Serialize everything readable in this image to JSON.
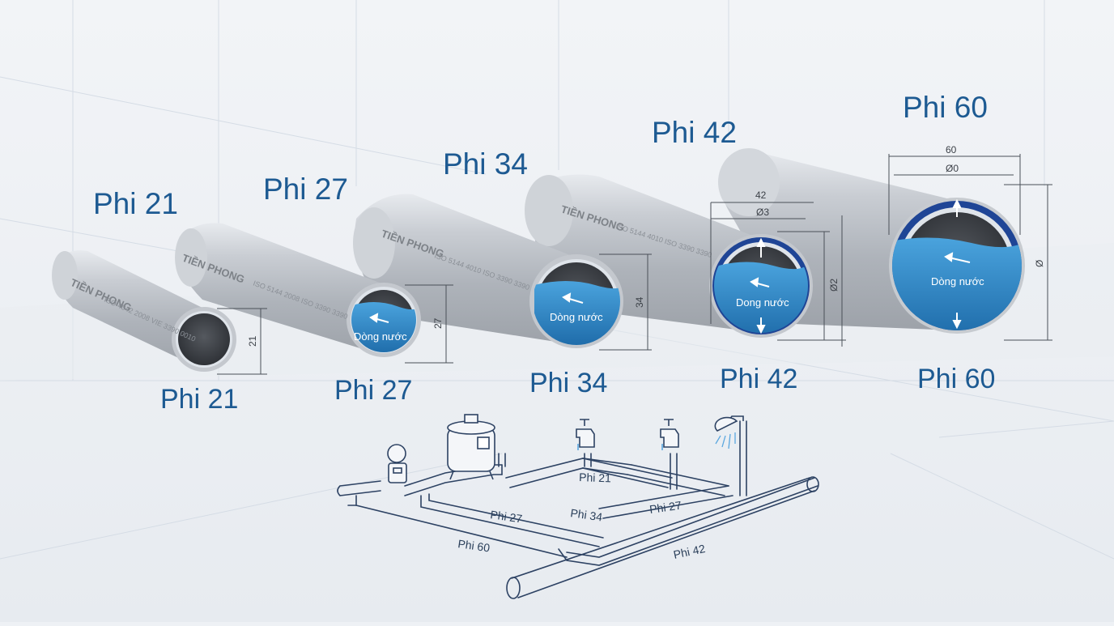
{
  "colors": {
    "label_blue": "#1d5a92",
    "pipe_grey": "#b9bec5",
    "water_blue": "#2f86c4",
    "ring_navy": "#1c3f8f",
    "diagram_line": "#2d4263"
  },
  "pipes": [
    {
      "id": "phi21",
      "label_top": "Phi 21",
      "label_bottom": "Phi 21",
      "brand": "TIỀN PHONG",
      "spec": "ISO 4042 2008 VIE 3390 0010",
      "dimension": "21",
      "flow_label": ""
    },
    {
      "id": "phi27",
      "label_top": "Phi 27",
      "label_bottom": "Phi 27",
      "brand": "TIỀN PHONG",
      "spec": "ISO 5144 2008 ISO 3390 3390",
      "dimension": "27",
      "flow_label": "Dòng nước"
    },
    {
      "id": "phi34",
      "label_top": "Phi 34",
      "label_bottom": "Phi 34",
      "brand": "TIỀN PHONG",
      "spec": "ISO 5144 4010 ISO 3390 3390",
      "dimension": "34",
      "flow_label": "Dòng nước"
    },
    {
      "id": "phi42",
      "label_top": "Phi 42",
      "label_bottom": "Phi 42",
      "brand": "TIỀN PHONG",
      "spec": "ISO 5144 4010 ISO 3390 3390",
      "dimension": "42",
      "dimension_inner": "Ø3",
      "dimension_side": "Ø2",
      "flow_label": "Dong nước"
    },
    {
      "id": "phi60",
      "label_top": "Phi 60",
      "label_bottom": "Phi 60",
      "dimension": "60",
      "dimension_inner": "Ø0",
      "dimension_side": "Ø",
      "flow_label": "Dòng nước"
    }
  ],
  "diagram": {
    "labels": [
      "Phi 21",
      "Phi 27",
      "Phi 34",
      "Phi 27",
      "Phi 60",
      "Phi 42"
    ],
    "fixtures": [
      "water-meter",
      "pressure-tank",
      "faucet",
      "faucet",
      "shower-head"
    ]
  }
}
